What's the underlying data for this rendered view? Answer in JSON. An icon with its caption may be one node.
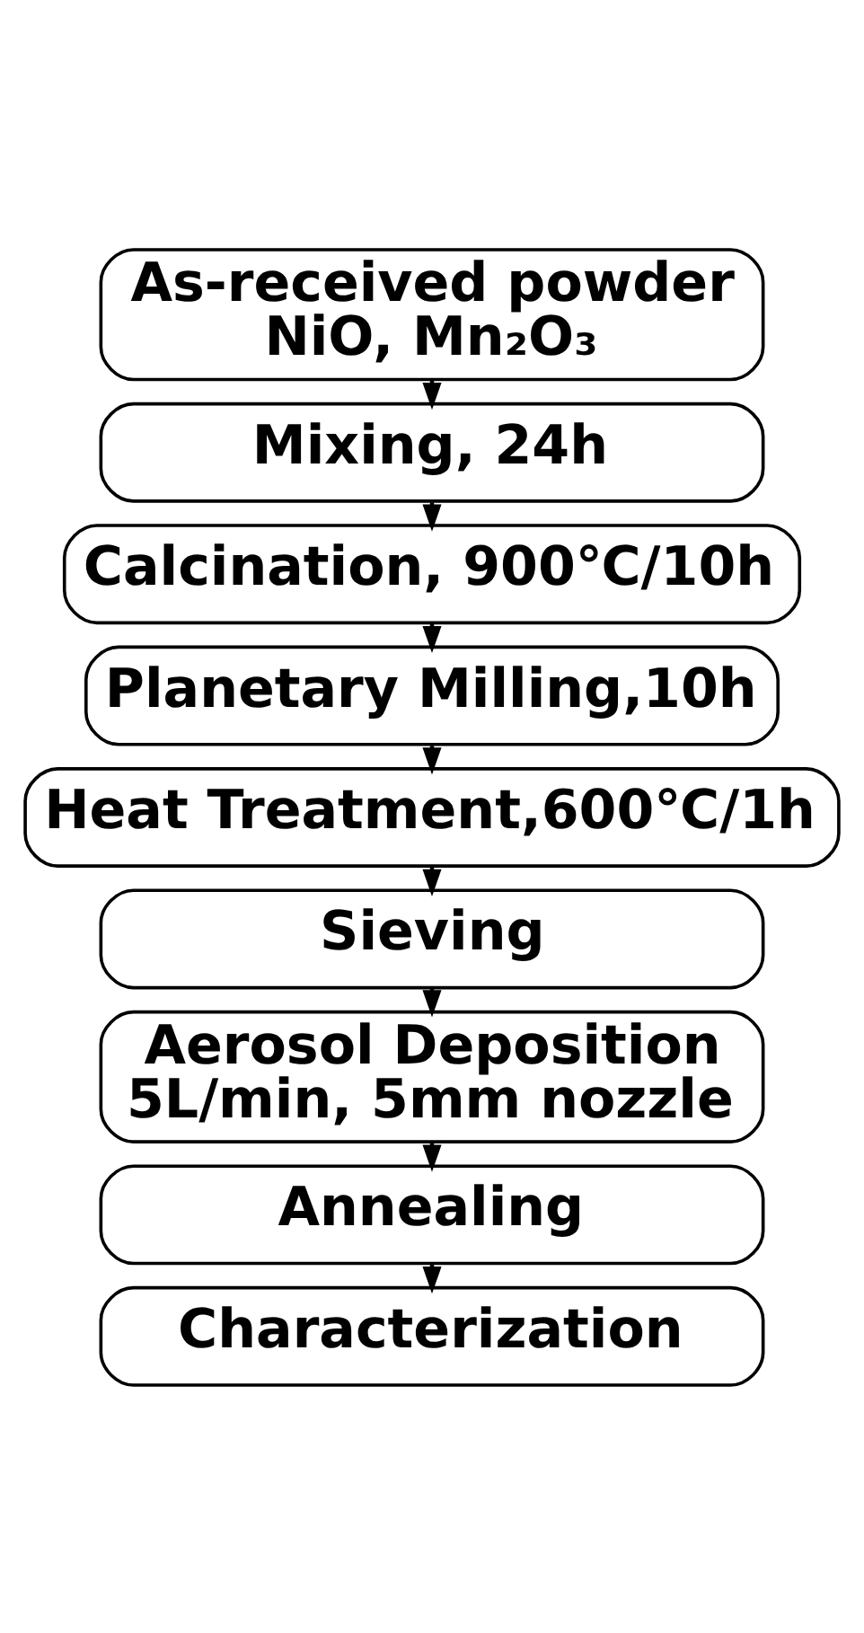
{
  "diagram": {
    "nodes": [
      {
        "text": [
          "As-received powder",
          "NiO, Mn₂O₃"
        ]
      },
      {
        "text": [
          "Mixing, 24h"
        ]
      },
      {
        "text": [
          "Calcination, 900℃/10h"
        ]
      },
      {
        "text": [
          "Planetary Milling,10h"
        ]
      },
      {
        "text": [
          "Heat Treatment,600℃/1h"
        ]
      },
      {
        "text": [
          "Sieving"
        ]
      },
      {
        "text": [
          "Aerosol Deposition",
          "5L/min, 5mm nozzle"
        ]
      },
      {
        "text": [
          "Annealing"
        ]
      },
      {
        "text": [
          "Characterization"
        ]
      }
    ],
    "edges": [
      {
        "from": 0,
        "to": 1,
        "arrow": "to"
      },
      {
        "from": 1,
        "to": 2,
        "arrow": "to"
      },
      {
        "from": 2,
        "to": 3,
        "arrow": "to"
      },
      {
        "from": 3,
        "to": 4,
        "arrow": "to"
      },
      {
        "from": 4,
        "to": 5,
        "arrow": "to"
      },
      {
        "from": 5,
        "to": 6,
        "arrow": "to"
      },
      {
        "from": 6,
        "to": 7,
        "arrow": "to"
      },
      {
        "from": 7,
        "to": 8,
        "arrow": "to"
      }
    ]
  }
}
